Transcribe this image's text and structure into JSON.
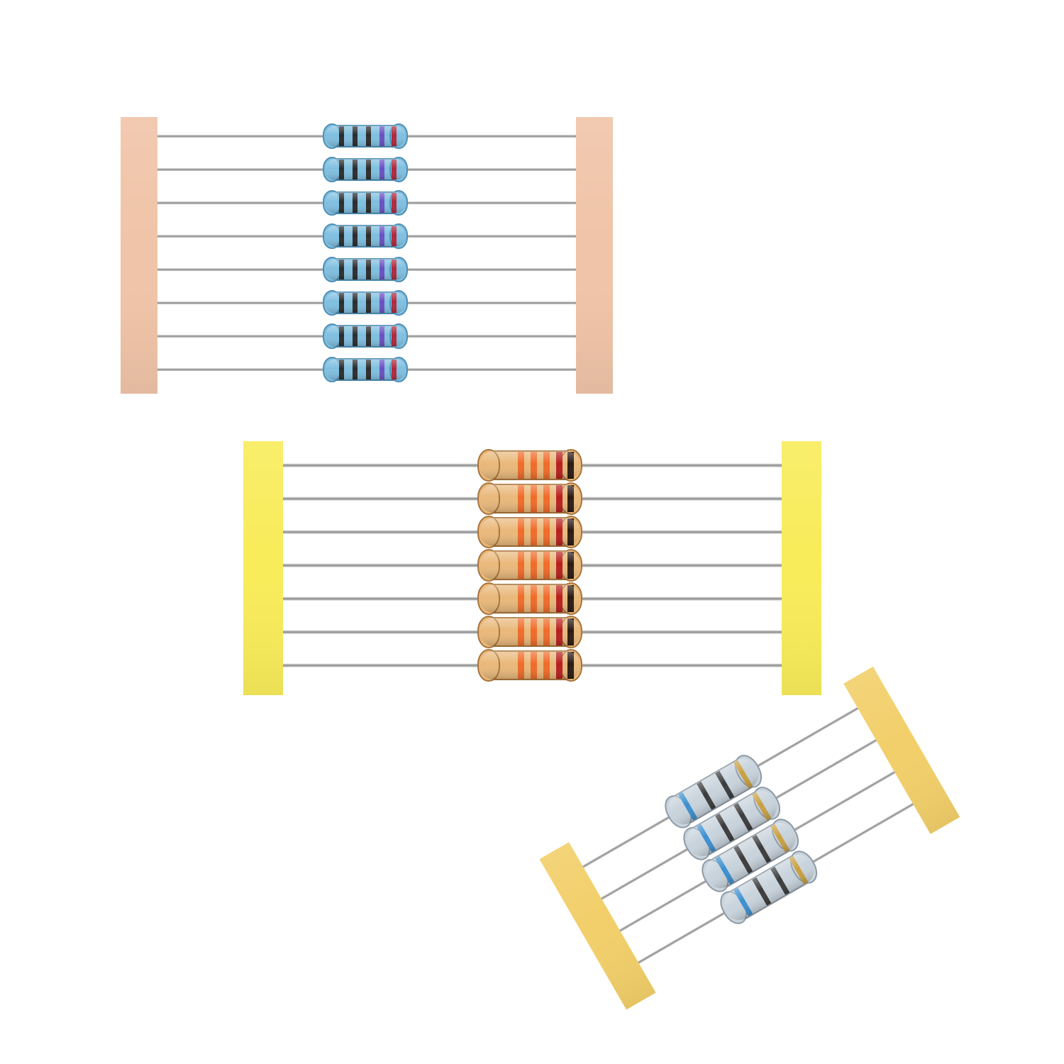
{
  "photo": {
    "background_color": "#ffffff"
  },
  "groups": [
    {
      "name": "metal-film-strip",
      "resistor_count": 8,
      "tape_color": "#f0c4a8",
      "body_color": "#7fbfe0",
      "band_colors": [
        "#2a2a2a",
        "#2a2a2a",
        "#2a2a2a",
        "#6a4fc0",
        "#b0283c"
      ]
    },
    {
      "name": "carbon-film-strip",
      "resistor_count": 7,
      "tape_color": "#f8ec5a",
      "body_color": "#e9b87a",
      "band_colors": [
        "#f06a28",
        "#f06a28",
        "#f06a28",
        "#b81e1e",
        "#2a1a10"
      ]
    },
    {
      "name": "metal-oxide-strip",
      "resistor_count": 4,
      "tape_color": "#f2cf6a",
      "body_color": "#c8d3dc",
      "band_colors": [
        "#3b8fd0",
        "#3a3a3a",
        "#3a3a3a",
        "#c9a040"
      ]
    }
  ]
}
